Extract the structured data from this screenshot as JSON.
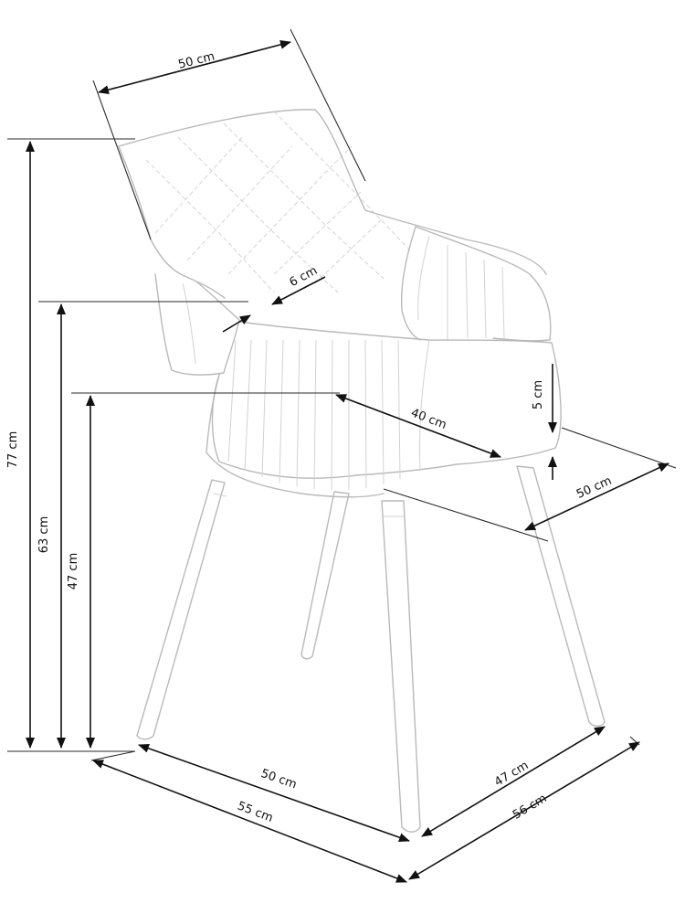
{
  "dimensions": {
    "back_width": "50 cm",
    "total_height": "77 cm",
    "armrest_height": "63 cm",
    "seat_height": "47 cm",
    "armrest_width": "6 cm",
    "seat_depth": "40 cm",
    "seat_thickness": "5 cm",
    "seat_width": "50 cm",
    "base_width": "50 cm",
    "overall_width": "55 cm",
    "base_depth": "47 cm",
    "overall_depth": "56 cm"
  }
}
